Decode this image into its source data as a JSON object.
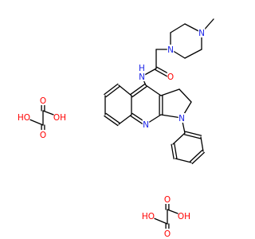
{
  "colors": {
    "bond": "#000000",
    "carbon": "#000000",
    "nitrogen": "#1c25e8",
    "oxygen": "#ff0000",
    "background": "#ffffff"
  },
  "molecule": {
    "atoms": [
      {
        "id": "n_pip_me",
        "label": "N",
        "element": "N"
      },
      {
        "id": "n_pip",
        "label": "N",
        "element": "N"
      },
      {
        "id": "o_amide",
        "label": "O",
        "element": "O"
      },
      {
        "id": "nh_amide",
        "label": "N",
        "element": "N"
      },
      {
        "id": "h_amide",
        "label": "H",
        "element": "N"
      },
      {
        "id": "n_quin",
        "label": "N",
        "element": "N"
      },
      {
        "id": "n_pyrrol",
        "label": "N",
        "element": "N"
      },
      {
        "id": "ox1_o1",
        "label": "O",
        "element": "O"
      },
      {
        "id": "ox1_oh1",
        "label": "OH",
        "element": "O"
      },
      {
        "id": "ox1_ho2",
        "label": "HO",
        "element": "O"
      },
      {
        "id": "ox1_o2",
        "label": "O",
        "element": "O"
      },
      {
        "id": "ox2_o1",
        "label": "O",
        "element": "O"
      },
      {
        "id": "ox2_oh1",
        "label": "OH",
        "element": "O"
      },
      {
        "id": "ox2_ho2",
        "label": "HO",
        "element": "O"
      },
      {
        "id": "ox2_o2",
        "label": "O",
        "element": "O"
      }
    ]
  }
}
